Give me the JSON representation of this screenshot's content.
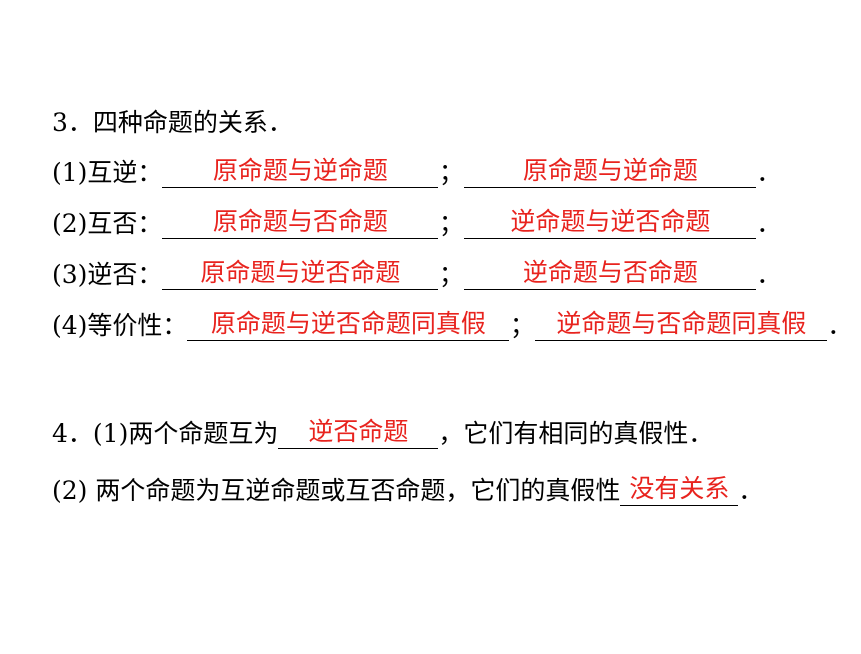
{
  "section3": {
    "title": "3．四种命题的关系．",
    "rows": [
      {
        "label": "(1)互逆：",
        "answer1": "原命题与逆命题",
        "sep": "；",
        "answer2": "原命题与逆命题",
        "end": "．"
      },
      {
        "label": "(2)互否：",
        "answer1": "原命题与否命题",
        "sep": "；",
        "answer2": "逆命题与逆否命题",
        "end": "．"
      },
      {
        "label": "(3)逆否：",
        "answer1": "原命题与逆否命题",
        "sep": "；",
        "answer2": "逆命题与否命题",
        "end": "．"
      },
      {
        "label": "(4)等价性：",
        "answer1": "原命题与逆否命题同真假",
        "sep": "；",
        "answer2": "逆命题与否命题同真假",
        "end": "．"
      }
    ]
  },
  "section4": {
    "line1": {
      "prefix": "4．(1)两个命题互为",
      "answer": "逆否命题",
      "suffix": "，它们有相同的真假性．"
    },
    "line2": {
      "prefix": "(2) 两个命题为互逆命题或互否命题，它们的真假性",
      "answer": "没有关系",
      "suffix": "．"
    }
  },
  "colors": {
    "answer": "#e8231e",
    "text": "#000000"
  }
}
